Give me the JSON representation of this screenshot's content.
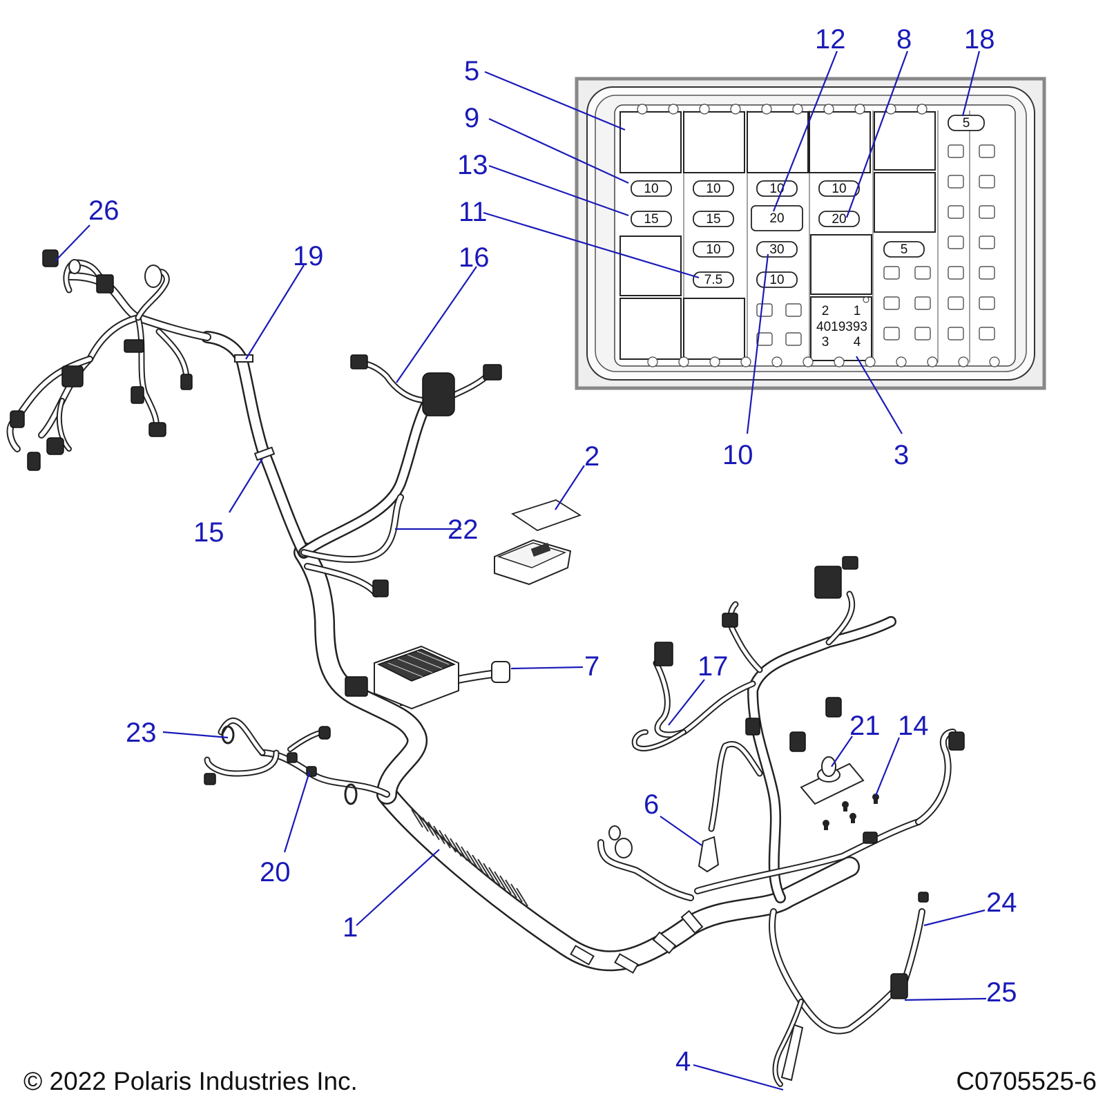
{
  "callouts": {
    "c1": "1",
    "c2": "2",
    "c3": "3",
    "c4": "4",
    "c5": "5",
    "c6": "6",
    "c7": "7",
    "c8": "8",
    "c9": "9",
    "c10": "10",
    "c11": "11",
    "c12": "12",
    "c13": "13",
    "c14": "14",
    "c15": "15",
    "c16": "16",
    "c17": "17",
    "c18": "18",
    "c19": "19",
    "c20": "20",
    "c21": "21",
    "c22": "22",
    "c23": "23",
    "c24": "24",
    "c25": "25",
    "c26": "26"
  },
  "fuse_box": {
    "fuses": {
      "f_top_right": "5",
      "f_r1c1": "10",
      "f_r1c2": "10",
      "f_r1c3": "10",
      "f_r1c4": "10",
      "f_r2c1": "15",
      "f_r2c2": "15",
      "f_r2c3": "20",
      "f_r2c4": "20",
      "f_r3c2": "10",
      "f_r3c3": "30",
      "f_r3c5": "5",
      "f_r4c2": "7.5",
      "f_r4c3": "10"
    },
    "relay_label": {
      "pin2": "2",
      "pin1": "1",
      "part_number": "4019393",
      "pin3": "3",
      "pin4": "4"
    }
  },
  "footer": {
    "copyright": "© 2022 Polaris Industries Inc.",
    "drawing_id": "C0705525-6"
  },
  "colors": {
    "callout": "#1a1ab8",
    "line_art": "#222222",
    "fuse_box_fill": "#f2f2f2"
  }
}
